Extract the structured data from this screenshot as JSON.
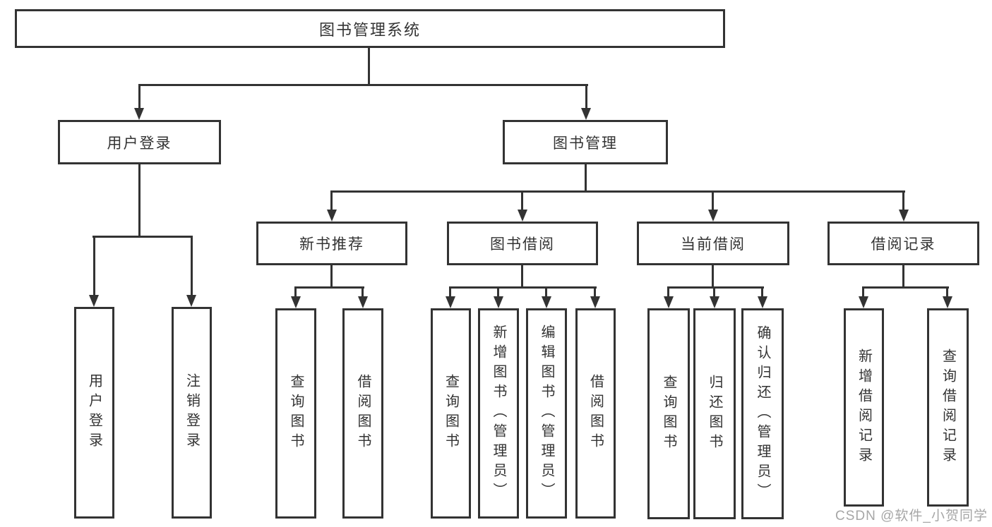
{
  "tree": {
    "root": "图书管理系统",
    "user_login": {
      "label": "用户登录",
      "children": [
        "用户登录",
        "注销登录"
      ]
    },
    "book_mgmt": {
      "label": "图书管理",
      "sections": [
        {
          "label": "新书推荐",
          "children": [
            "查询图书",
            "借阅图书"
          ]
        },
        {
          "label": "图书借阅",
          "children": [
            "查询图书",
            "新增图书（管理员）",
            "编辑图书（管理员）",
            "借阅图书"
          ]
        },
        {
          "label": "当前借阅",
          "children": [
            "查询图书",
            "归还图书",
            "确认归还（管理员）"
          ]
        },
        {
          "label": "借阅记录",
          "children": [
            "新增借阅记录",
            "查询借阅记录"
          ]
        }
      ]
    }
  },
  "watermark": "CSDN @软件_小贺同学",
  "colors": {
    "line": "#333333",
    "text": "#333333",
    "box_fill": "#ffffff",
    "watermark": "#9e9e9e",
    "background": "#ffffff"
  }
}
